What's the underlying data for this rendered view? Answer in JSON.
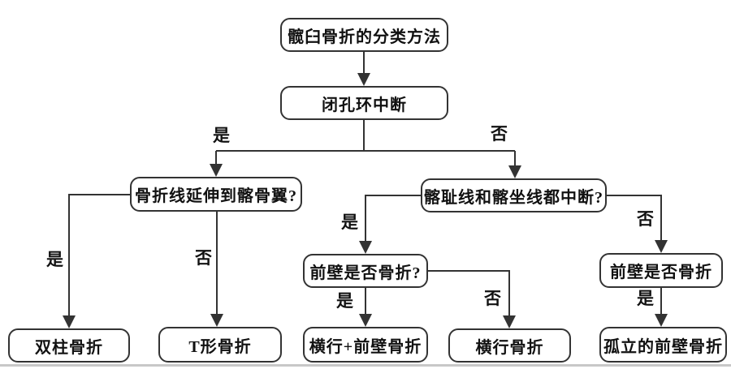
{
  "diagram": {
    "type": "flowchart",
    "topic": "acetabular fracture classification decision tree"
  },
  "nodes": {
    "root": {
      "label": "髋臼骨折的分类方法"
    },
    "obturator": {
      "label": "闭孔环中断"
    },
    "iliac_wing": {
      "label": "骨折线延伸到髂骨翼?"
    },
    "lines": {
      "label": "髂耻线和髂坐线都中断?"
    },
    "anterior_wall_q": {
      "label": "前壁是否骨折?"
    },
    "anterior_wall_q2": {
      "label": "前壁是否骨折"
    },
    "both_column": {
      "label": "双柱骨折"
    },
    "t_shaped": {
      "label": "T形骨折"
    },
    "transverse_plus_anterior": {
      "label": "横行+前壁骨折"
    },
    "transverse": {
      "label": "横行骨折"
    },
    "isolated_anterior": {
      "label": "孤立的前壁骨折"
    }
  },
  "branch_labels": {
    "yes": "是",
    "no": "否"
  },
  "colors": {
    "line": "#333333",
    "box_border": "#333333",
    "background": "#ffffff",
    "baseline": "#c8c8c8"
  }
}
